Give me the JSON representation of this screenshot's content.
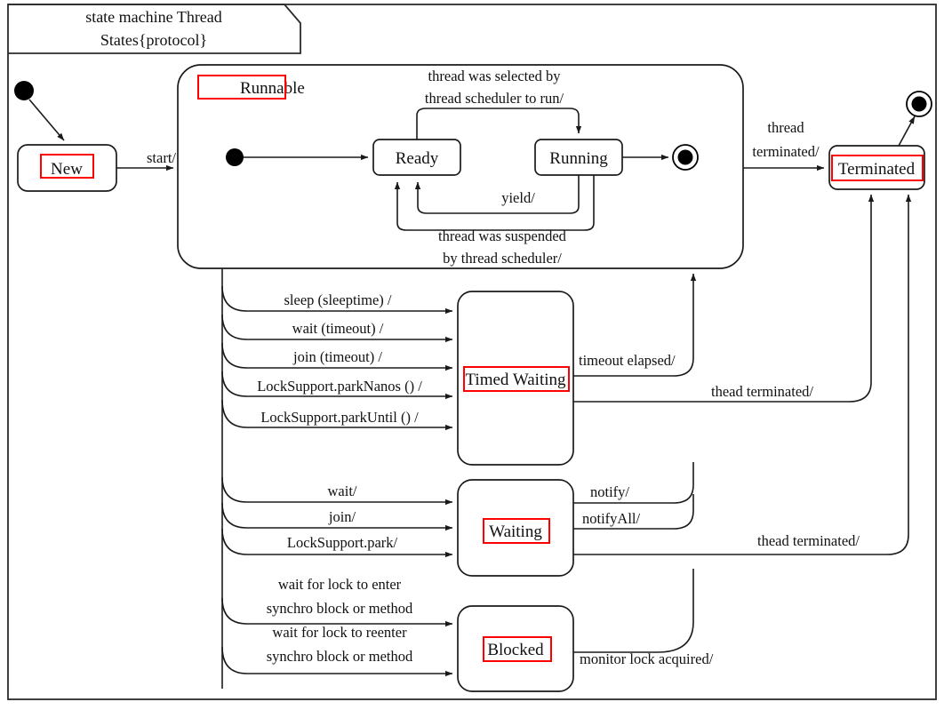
{
  "title": {
    "line1": "state machine Thread",
    "line2": "States{protocol}"
  },
  "states": {
    "new": "New",
    "runnable": "Runnable",
    "ready": "Ready",
    "running": "Running",
    "terminated": "Terminated",
    "timed_waiting": "Timed Waiting",
    "waiting": "Waiting",
    "blocked": "Blocked"
  },
  "transitions": {
    "start": "start/",
    "selected_1": "thread was selected by",
    "selected_2": "thread scheduler to run/",
    "yield": "yield/",
    "suspended_1": "thread was suspended",
    "suspended_2": "by thread scheduler/",
    "thread_terminated_1": "thread",
    "thread_terminated_2": "terminated/",
    "sleep": "sleep (sleeptime) /",
    "wait_timeout": "wait (timeout) /",
    "join_timeout": "join (timeout) /",
    "park_nanos": "LockSupport.parkNanos () /",
    "park_until": "LockSupport.parkUntil () /",
    "timeout_elapsed": "timeout elapsed/",
    "thead_terminated_timed": "thead terminated/",
    "wait": "wait/",
    "join": "join/",
    "park": "LockSupport.park/",
    "notify": "notify/",
    "notify_all": "notifyAll/",
    "thead_terminated_waiting": "thead terminated/",
    "lock_enter_1": "wait for lock to enter",
    "lock_enter_2": "synchro block or method",
    "lock_reenter_1": "wait for lock to reenter",
    "lock_reenter_2": "synchro block or method",
    "monitor_acquired": "monitor lock acquired/"
  },
  "colors": {
    "highlight": "#ff0000",
    "stroke": "#1a1a1a",
    "background": "#ffffff"
  }
}
